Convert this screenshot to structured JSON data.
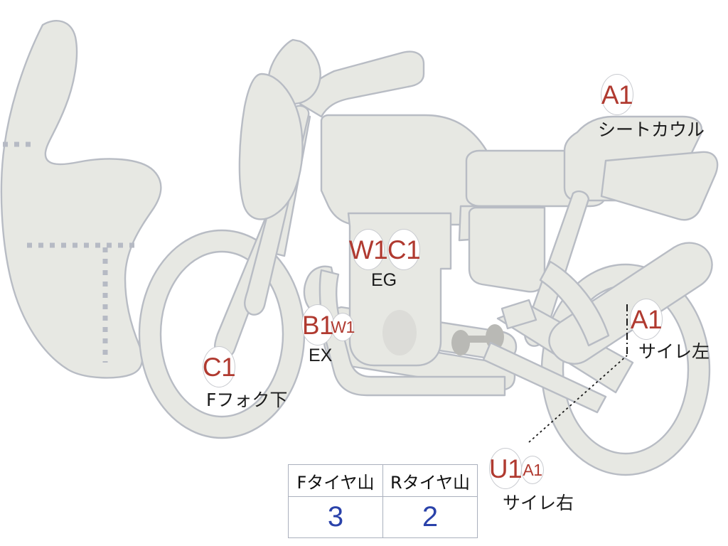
{
  "diagram": {
    "title": "motorcycle-inspection-diagram",
    "colors": {
      "part_fill": "#e7e8e3",
      "part_stroke": "#b8bcc4",
      "marker_red": "#b03a30",
      "marker_border": "#c9cbd0",
      "label_black": "#1b1b1b",
      "table_border": "#aab0bd",
      "table_value_blue": "#2a42aa",
      "dotted_gray": "#b6bac4",
      "background": "#ffffff"
    }
  },
  "callouts": [
    {
      "id": "seat-cowl",
      "code": "A1",
      "sub": null,
      "label": "シートカウル"
    },
    {
      "id": "silencer-left",
      "code": "A1",
      "sub": null,
      "label": "サイレ左"
    },
    {
      "id": "silencer-right",
      "code": "U1",
      "sub": "A1",
      "label": "サイレ右"
    },
    {
      "id": "engine",
      "code": "W1",
      "sub": "C1",
      "label": "EG"
    },
    {
      "id": "exhaust",
      "code": "B1",
      "sub": "W1",
      "label": "EX"
    },
    {
      "id": "front-fork",
      "code": "C1",
      "sub": null,
      "label": "Fフォク下"
    }
  ],
  "markers": {
    "seat_cowl_code": "A1",
    "silencer_left_code": "A1",
    "silencer_right_code": "U1",
    "silencer_right_sub": "A1",
    "engine_code_w1": "W1",
    "engine_code_c1": "C1",
    "exhaust_code_b1": "B1",
    "exhaust_code_w1": "W1",
    "front_fork_code": "C1"
  },
  "labels": {
    "seat_cowl": "シートカウル",
    "silencer_left": "サイレ左",
    "silencer_right": "サイレ右",
    "engine": "EG",
    "exhaust": "EX",
    "front_fork": "Fフォク下"
  },
  "tire_table": {
    "headers": [
      "Fタイヤ山",
      "Rタイヤ山"
    ],
    "values": [
      "3",
      "2"
    ]
  }
}
